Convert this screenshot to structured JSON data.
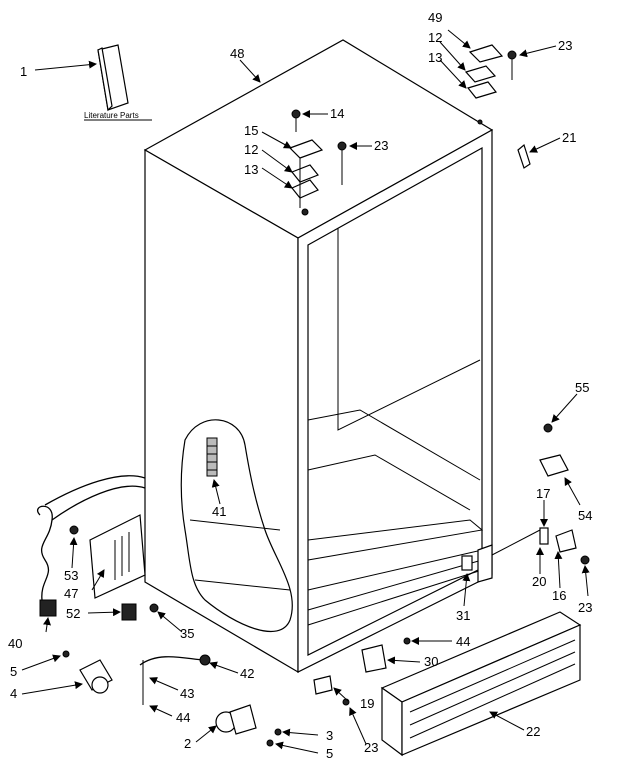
{
  "diagram": {
    "literature_label": "Literature Parts",
    "callouts": [
      {
        "id": "c-1",
        "text": "1"
      },
      {
        "id": "c-48",
        "text": "48"
      },
      {
        "id": "c-49",
        "text": "49"
      },
      {
        "id": "c-12a",
        "text": "12"
      },
      {
        "id": "c-13a",
        "text": "13"
      },
      {
        "id": "c-23a",
        "text": "23"
      },
      {
        "id": "c-14",
        "text": "14"
      },
      {
        "id": "c-15",
        "text": "15"
      },
      {
        "id": "c-23b",
        "text": "23"
      },
      {
        "id": "c-12b",
        "text": "12"
      },
      {
        "id": "c-13b",
        "text": "13"
      },
      {
        "id": "c-21",
        "text": "21"
      },
      {
        "id": "c-55",
        "text": "55"
      },
      {
        "id": "c-41",
        "text": "41"
      },
      {
        "id": "c-54",
        "text": "54"
      },
      {
        "id": "c-17",
        "text": "17"
      },
      {
        "id": "c-53",
        "text": "53"
      },
      {
        "id": "c-47",
        "text": "47"
      },
      {
        "id": "c-20",
        "text": "20"
      },
      {
        "id": "c-16",
        "text": "16"
      },
      {
        "id": "c-52",
        "text": "52"
      },
      {
        "id": "c-31",
        "text": "31"
      },
      {
        "id": "c-23c",
        "text": "23"
      },
      {
        "id": "c-40",
        "text": "40"
      },
      {
        "id": "c-35",
        "text": "35"
      },
      {
        "id": "c-44a",
        "text": "44"
      },
      {
        "id": "c-5a",
        "text": "5"
      },
      {
        "id": "c-42",
        "text": "42"
      },
      {
        "id": "c-30",
        "text": "30"
      },
      {
        "id": "c-4",
        "text": "4"
      },
      {
        "id": "c-43",
        "text": "43"
      },
      {
        "id": "c-19",
        "text": "19"
      },
      {
        "id": "c-44b",
        "text": "44"
      },
      {
        "id": "c-22",
        "text": "22"
      },
      {
        "id": "c-23d",
        "text": "23"
      },
      {
        "id": "c-3",
        "text": "3"
      },
      {
        "id": "c-2",
        "text": "2"
      },
      {
        "id": "c-5b",
        "text": "5"
      }
    ]
  }
}
